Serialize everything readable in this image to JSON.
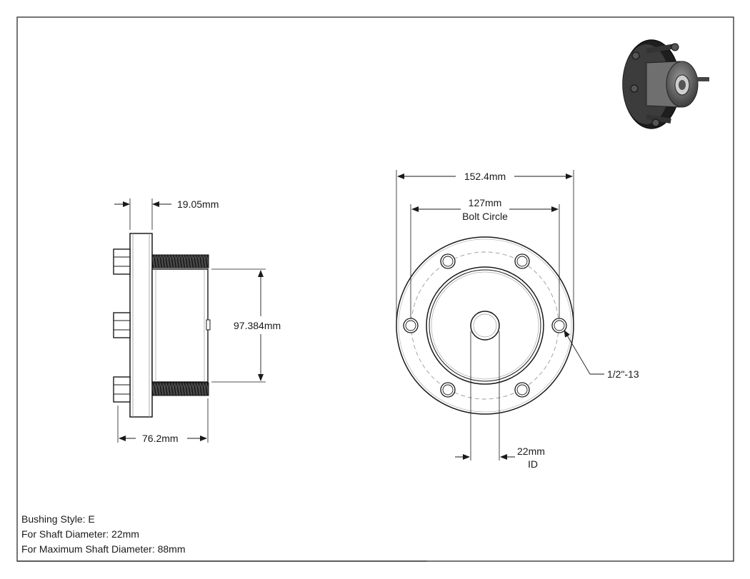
{
  "side_view": {
    "thickness_label": "19.05mm",
    "height_label": "97.384mm",
    "length_label": "76.2mm"
  },
  "front_view": {
    "outer_diameter_label": "152.4mm",
    "bolt_circle_value": "127mm",
    "bolt_circle_caption": "Bolt Circle",
    "thread_label": "1/2\"-13",
    "bore_value": "22mm",
    "bore_caption": "ID"
  },
  "notes": [
    "Bushing Style: E",
    "For Shaft Diameter: 22mm",
    "For Maximum Shaft Diameter: 88mm"
  ],
  "colors": {
    "line": "#1a1a1a",
    "hidden_line": "#9a9a9a",
    "metal_dark": "#3a3a3a",
    "metal_light": "#8a8a8a"
  }
}
